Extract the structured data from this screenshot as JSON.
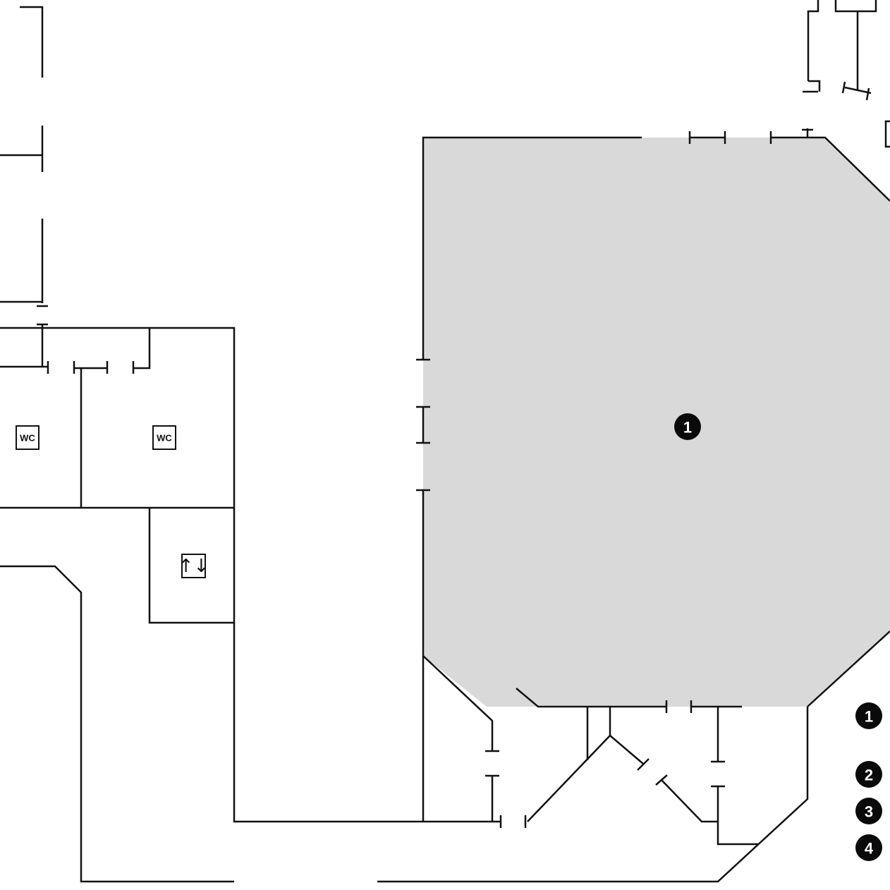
{
  "floorplan": {
    "highlight_color": "#d9d9d9",
    "wall_color": "#111111",
    "room_marker": "1",
    "wc_icons": [
      {
        "label": "WC"
      },
      {
        "label": "WC"
      }
    ],
    "elevator_icon": {
      "icon": "elevator-icon",
      "label": "↑↓"
    }
  },
  "legend": {
    "items": [
      {
        "number": "1"
      },
      {
        "number": "2"
      },
      {
        "number": "3"
      },
      {
        "number": "4"
      }
    ]
  }
}
